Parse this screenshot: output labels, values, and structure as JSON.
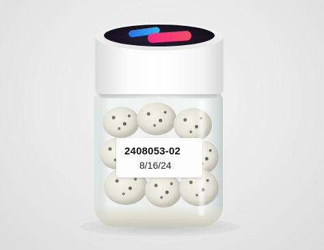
{
  "photo": {
    "subject": "glass-jar-with-white-lid",
    "colors": {
      "background": "#ececec",
      "lid": "#ffffff",
      "lid_label": "#15111c",
      "logo_pink": "#ff2a8a",
      "logo_blue": "#2a7cff"
    },
    "sticker": {
      "batch_id": "2408053-02",
      "date": "8/16/24"
    }
  }
}
